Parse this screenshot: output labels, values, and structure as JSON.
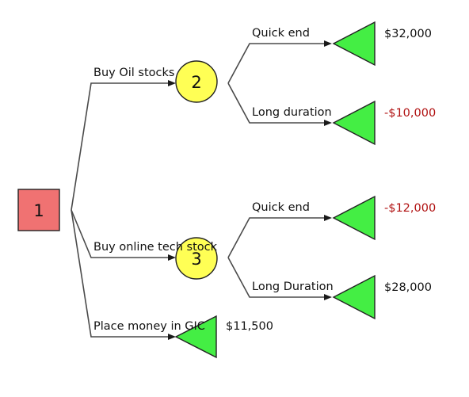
{
  "colors": {
    "decision_fill": "#f07272",
    "chance_fill": "#ffff55",
    "end_fill": "#44ee44",
    "positive": "#111111",
    "negative": "#b01010"
  },
  "decision": {
    "label": "1"
  },
  "branches": [
    {
      "label": "Buy Oil stocks",
      "chance": "2",
      "outcomes": [
        {
          "label": "Quick end",
          "value": "$32,000"
        },
        {
          "label": "Long duration",
          "value": "-$10,000"
        }
      ]
    },
    {
      "label": "Buy online tech stock",
      "chance": "3",
      "outcomes": [
        {
          "label": "Quick end",
          "value": "-$12,000"
        },
        {
          "label": "Long Duration",
          "value": "$28,000"
        }
      ]
    },
    {
      "label": "Place money in GIC",
      "value": "$11,500"
    }
  ]
}
